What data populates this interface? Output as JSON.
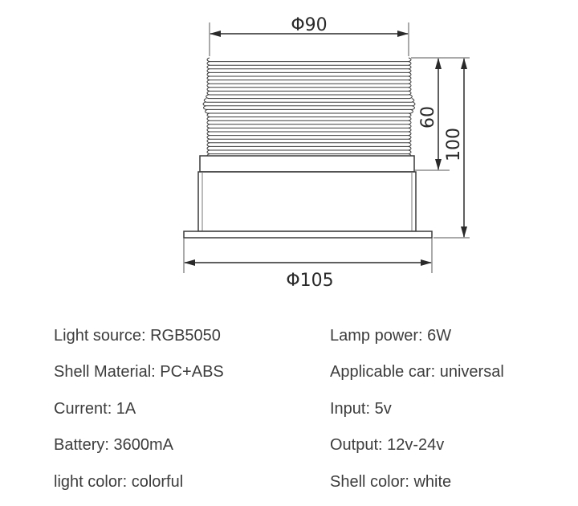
{
  "drawing": {
    "dimensions": {
      "top_diameter": "Φ90",
      "bottom_diameter": "Φ105",
      "thread_height": "60",
      "total_height": "100"
    },
    "line_color": "#3a3a3a"
  },
  "specs": {
    "left": [
      "Light source: RGB5050",
      "Shell Material: PC+ABS",
      "Current: 1A",
      "Battery: 3600mA",
      "light color: colorful"
    ],
    "right": [
      "Lamp power: 6W",
      "Applicable car: universal",
      "Input: 5v",
      "Output: 12v-24v",
      "Shell color: white"
    ]
  }
}
